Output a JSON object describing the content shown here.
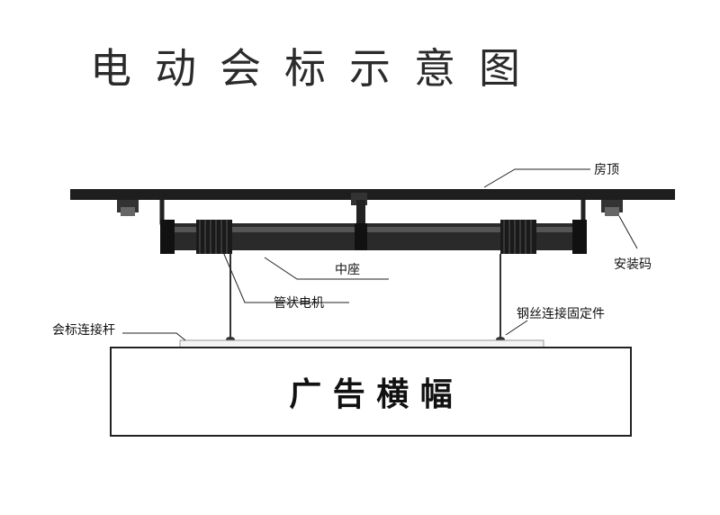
{
  "title": "电动会标示意图",
  "labels": {
    "roof": "房顶",
    "middle_seat": "中座",
    "mount_block": "安装码",
    "tubular_motor": "管状电机",
    "banner_bar": "会标连接杆",
    "wire_fixture": "钢丝连接固定件"
  },
  "banner_text": "广 告 横 幅"
}
